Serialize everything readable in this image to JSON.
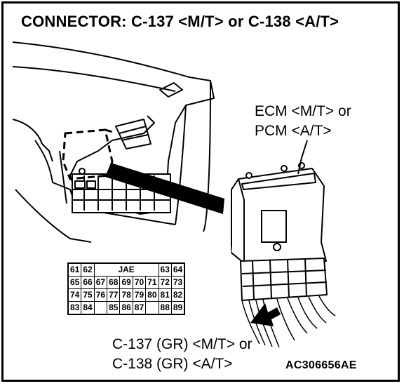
{
  "title": "CONNECTOR: C-137 <M/T> or C-138 <A/T>",
  "ecm_label": [
    "ECM <M/T> or",
    "PCM <A/T>"
  ],
  "connector_label": [
    "C-137 (GR) <M/T> or",
    "C-138 (GR) <A/T>"
  ],
  "figure_id": "AC306656AE",
  "pin_table": {
    "maker": "JAE",
    "row1_left": [
      "61",
      "62"
    ],
    "row1_right": [
      "63",
      "64"
    ],
    "row2": [
      "65",
      "66",
      "67",
      "68",
      "69",
      "70",
      "71",
      "72",
      "73"
    ],
    "row3": [
      "74",
      "75",
      "76",
      "77",
      "78",
      "79",
      "80",
      "81",
      "82"
    ],
    "row4_left": [
      "83",
      "84"
    ],
    "row4_mid": [
      "85",
      "86",
      "87"
    ],
    "row4_right": [
      "88",
      "89"
    ]
  }
}
